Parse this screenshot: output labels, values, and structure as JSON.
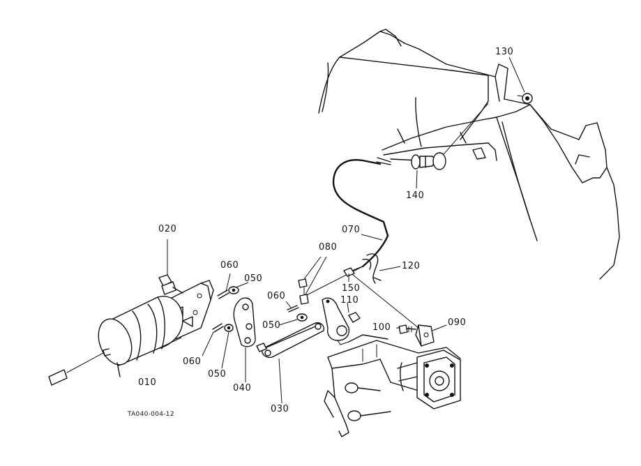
{
  "diagram": {
    "part_labels": {
      "p010": "010",
      "p020": "020",
      "p030": "030",
      "p040": "040",
      "p050a": "050",
      "p050b": "050",
      "p050c": "050",
      "p060a": "060",
      "p060b": "060",
      "p060c": "060",
      "p070": "070",
      "p080": "080",
      "p090": "090",
      "p100": "100",
      "p110": "110",
      "p120": "120",
      "p130": "130",
      "p140": "140",
      "p150": "150"
    },
    "drawing_code": "TA040-004-12"
  }
}
